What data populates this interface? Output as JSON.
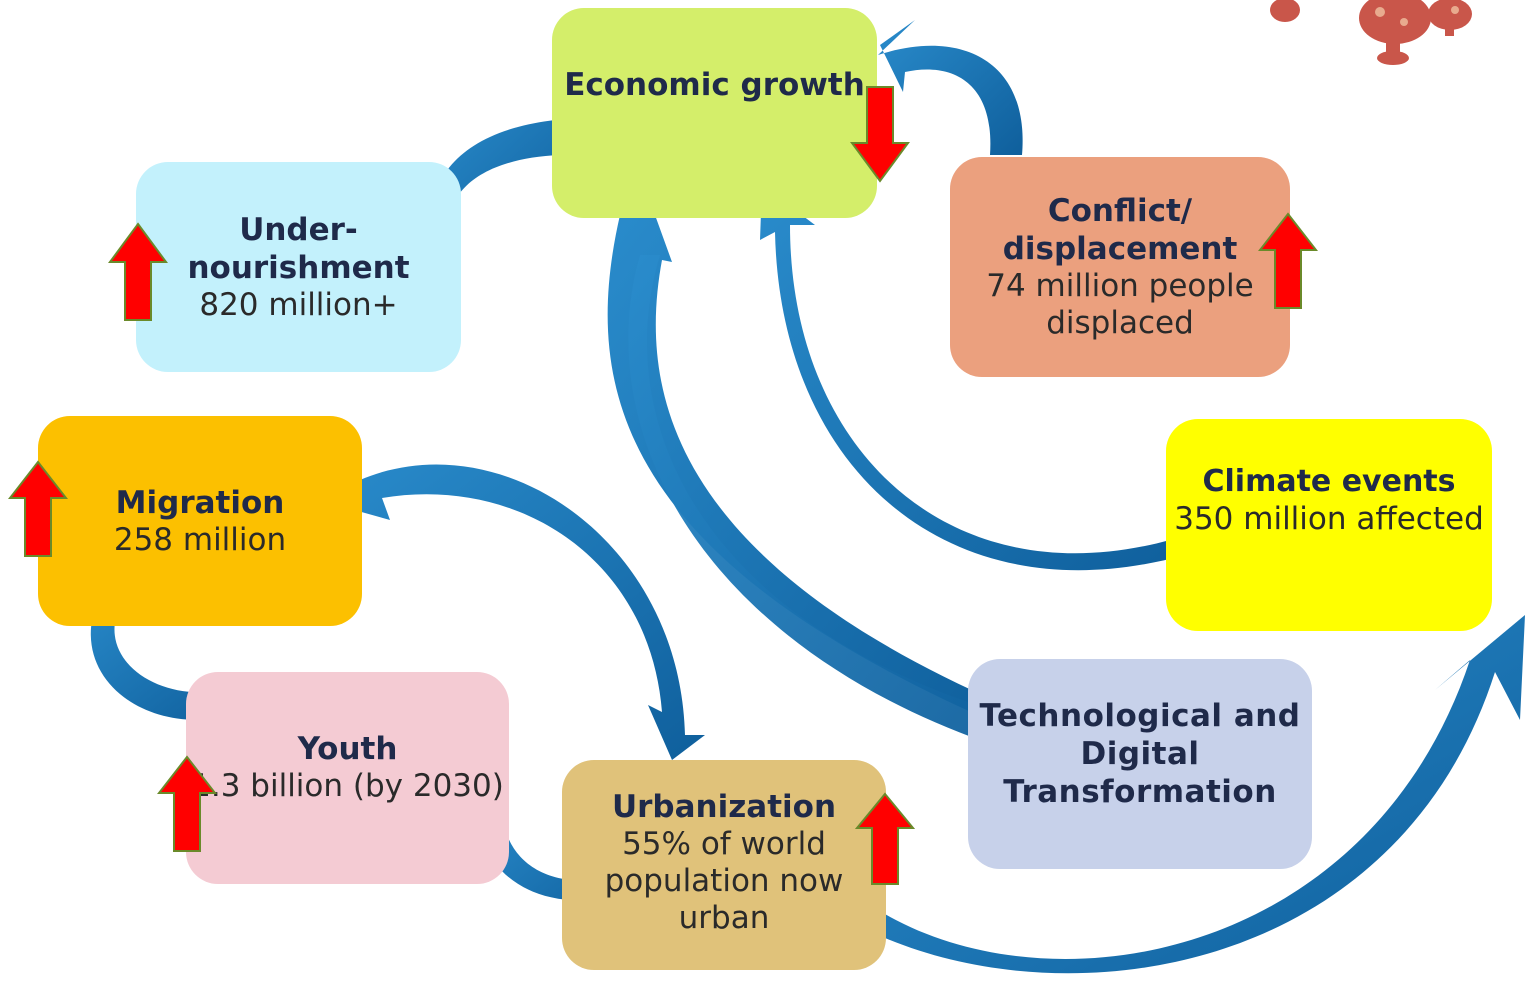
{
  "nodes": {
    "economic": {
      "title": "Economic growth",
      "color": "#d4ee6a",
      "trend": "down"
    },
    "undernourishment": {
      "title": "Under-nourishment",
      "value": "820 million+",
      "color": "#c3f1fc",
      "trend": "up"
    },
    "conflict": {
      "title": "Conflict/ displacement",
      "value": "74 million people displaced",
      "color": "#eba07e",
      "trend": "up"
    },
    "migration": {
      "title": "Migration",
      "value": "258 million",
      "color": "#fcc000",
      "trend": "up"
    },
    "climate": {
      "title": "Climate events",
      "value": "350 million affected",
      "color": "#ffff00"
    },
    "youth": {
      "title": "Youth",
      "value": "1.3 billion (by 2030)",
      "color": "#f4cbd3",
      "trend": "up"
    },
    "urbanization": {
      "title": "Urbanization",
      "value": "55% of world population now urban",
      "color": "#e0c27a",
      "trend": "up"
    },
    "tech": {
      "title": "Technological and Digital Transformation",
      "color": "#c7d1ea"
    }
  },
  "colors": {
    "connector": "#1873b4",
    "connector_dark": "#0e5d98",
    "trend_arrow": "#ff0000",
    "trend_arrow_outline": "#6a8a2a"
  },
  "decoration": {
    "top_right": "virus-particle-icon"
  }
}
